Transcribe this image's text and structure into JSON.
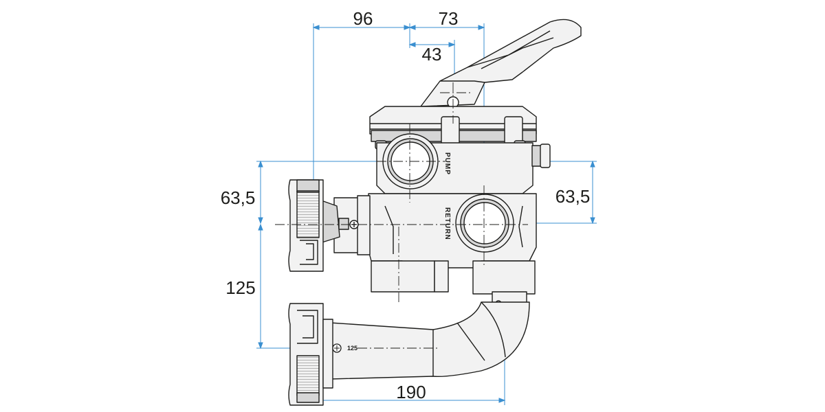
{
  "drawing": {
    "dimensions": {
      "top_left_width": "96",
      "top_right_width": "73",
      "top_inner_width": "43",
      "left_height": "63,5",
      "right_height": "63,5",
      "lower_height": "125",
      "bottom_width": "190"
    },
    "port_labels": {
      "pump": "PUMP",
      "return": "RETURN"
    },
    "callout": {
      "size": "125"
    },
    "colors": {
      "line": "#1d1d1b",
      "dimension": "#3a8fd0",
      "body_fill": "#f2f2f2",
      "shade_fill": "#d6d6d6"
    }
  }
}
